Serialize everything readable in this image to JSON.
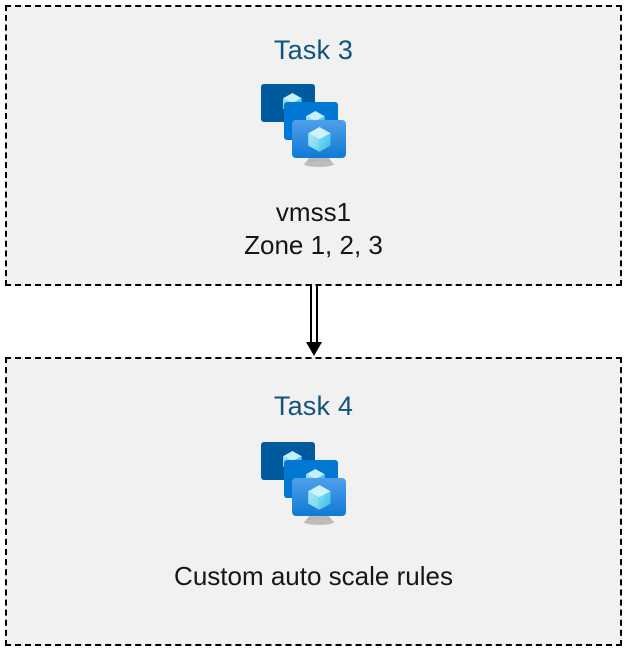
{
  "diagram": {
    "background_color": "#ffffff",
    "box_fill_color": "#f1f1f1",
    "box_border_color": "#000000",
    "title_color": "#12537e",
    "caption_color": "#161616",
    "connector": {
      "name": "double-line-arrow",
      "direction": "down",
      "color": "#000000",
      "from": "Task 3",
      "to": "Task 4"
    },
    "icon_palette": {
      "monitor_back": "#005a9e",
      "monitor_middle": "#0078d4",
      "monitor_front_top": "#50a0e8",
      "monitor_front_bottom": "#0f7ad6",
      "cube_top": "#c3f1fb",
      "cube_left": "#7fdff5",
      "cube_right": "#4fc8ee",
      "stand": "#b3b3b3"
    },
    "boxes": [
      {
        "id": "task-3",
        "title": "Task 3",
        "icon": "virtual-machine-scale-set-icon",
        "caption_lines": [
          "vmss1",
          "Zone 1, 2, 3"
        ]
      },
      {
        "id": "task-4",
        "title": "Task 4",
        "icon": "virtual-machine-scale-set-icon",
        "caption_lines": [
          "Custom auto scale rules"
        ]
      }
    ]
  }
}
